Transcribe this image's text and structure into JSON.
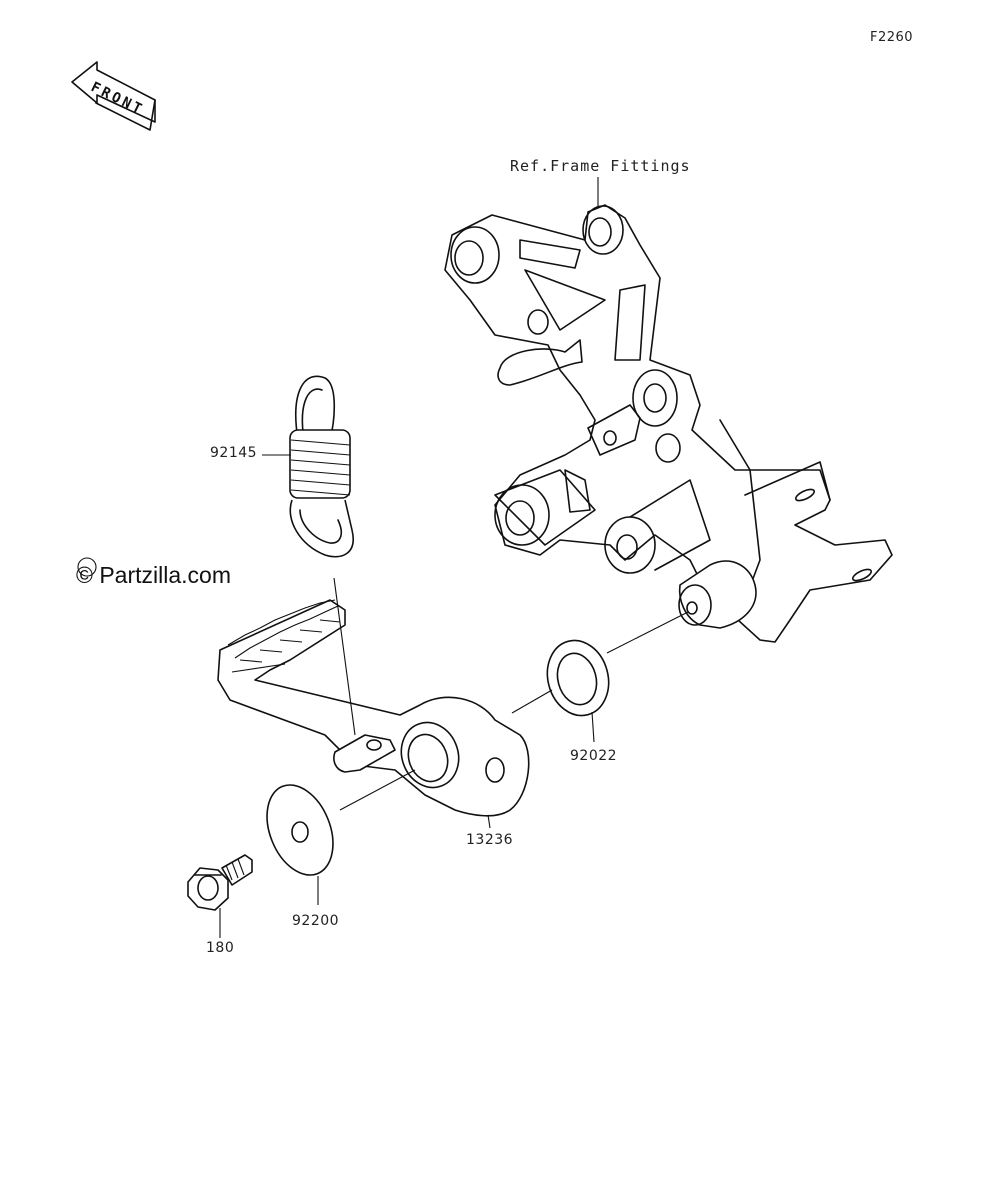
{
  "figure_code": "F2260",
  "front_label": "FRONT",
  "copyright": "© Partzilla.com",
  "reference_label": "Ref.Frame Fittings",
  "parts": {
    "spring": "92145",
    "washer_large": "92022",
    "pedal": "13236",
    "washer_flat": "92200",
    "bolt": "180"
  }
}
